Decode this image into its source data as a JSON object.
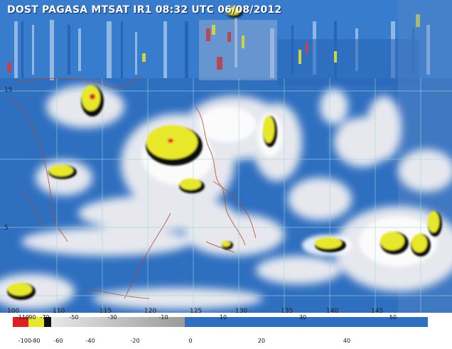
{
  "title": "DOST PAGASA MTSAT IR1 08:32 UTC 06/08/2012",
  "longitude_labels": [
    "100",
    "110",
    "115",
    "120",
    "125",
    "130",
    "135",
    "140",
    "145"
  ],
  "latitude_labels": [
    "15",
    "5"
  ],
  "legend": {
    "top_labels": [
      "-110",
      "-90",
      "-70",
      "-50",
      "-30",
      "-10",
      "10",
      "30",
      "50"
    ],
    "bottom_labels": [
      "-100",
      "-80",
      "-60",
      "-40",
      "-20",
      "0",
      "20",
      "40"
    ],
    "colors": {
      "red": "#e02020",
      "yellow": "#e8e82a",
      "black": "#111111",
      "gray_light": "#d8d8d8",
      "gray_mid": "#a8a8a8",
      "blue": "#2f6fc0"
    }
  }
}
